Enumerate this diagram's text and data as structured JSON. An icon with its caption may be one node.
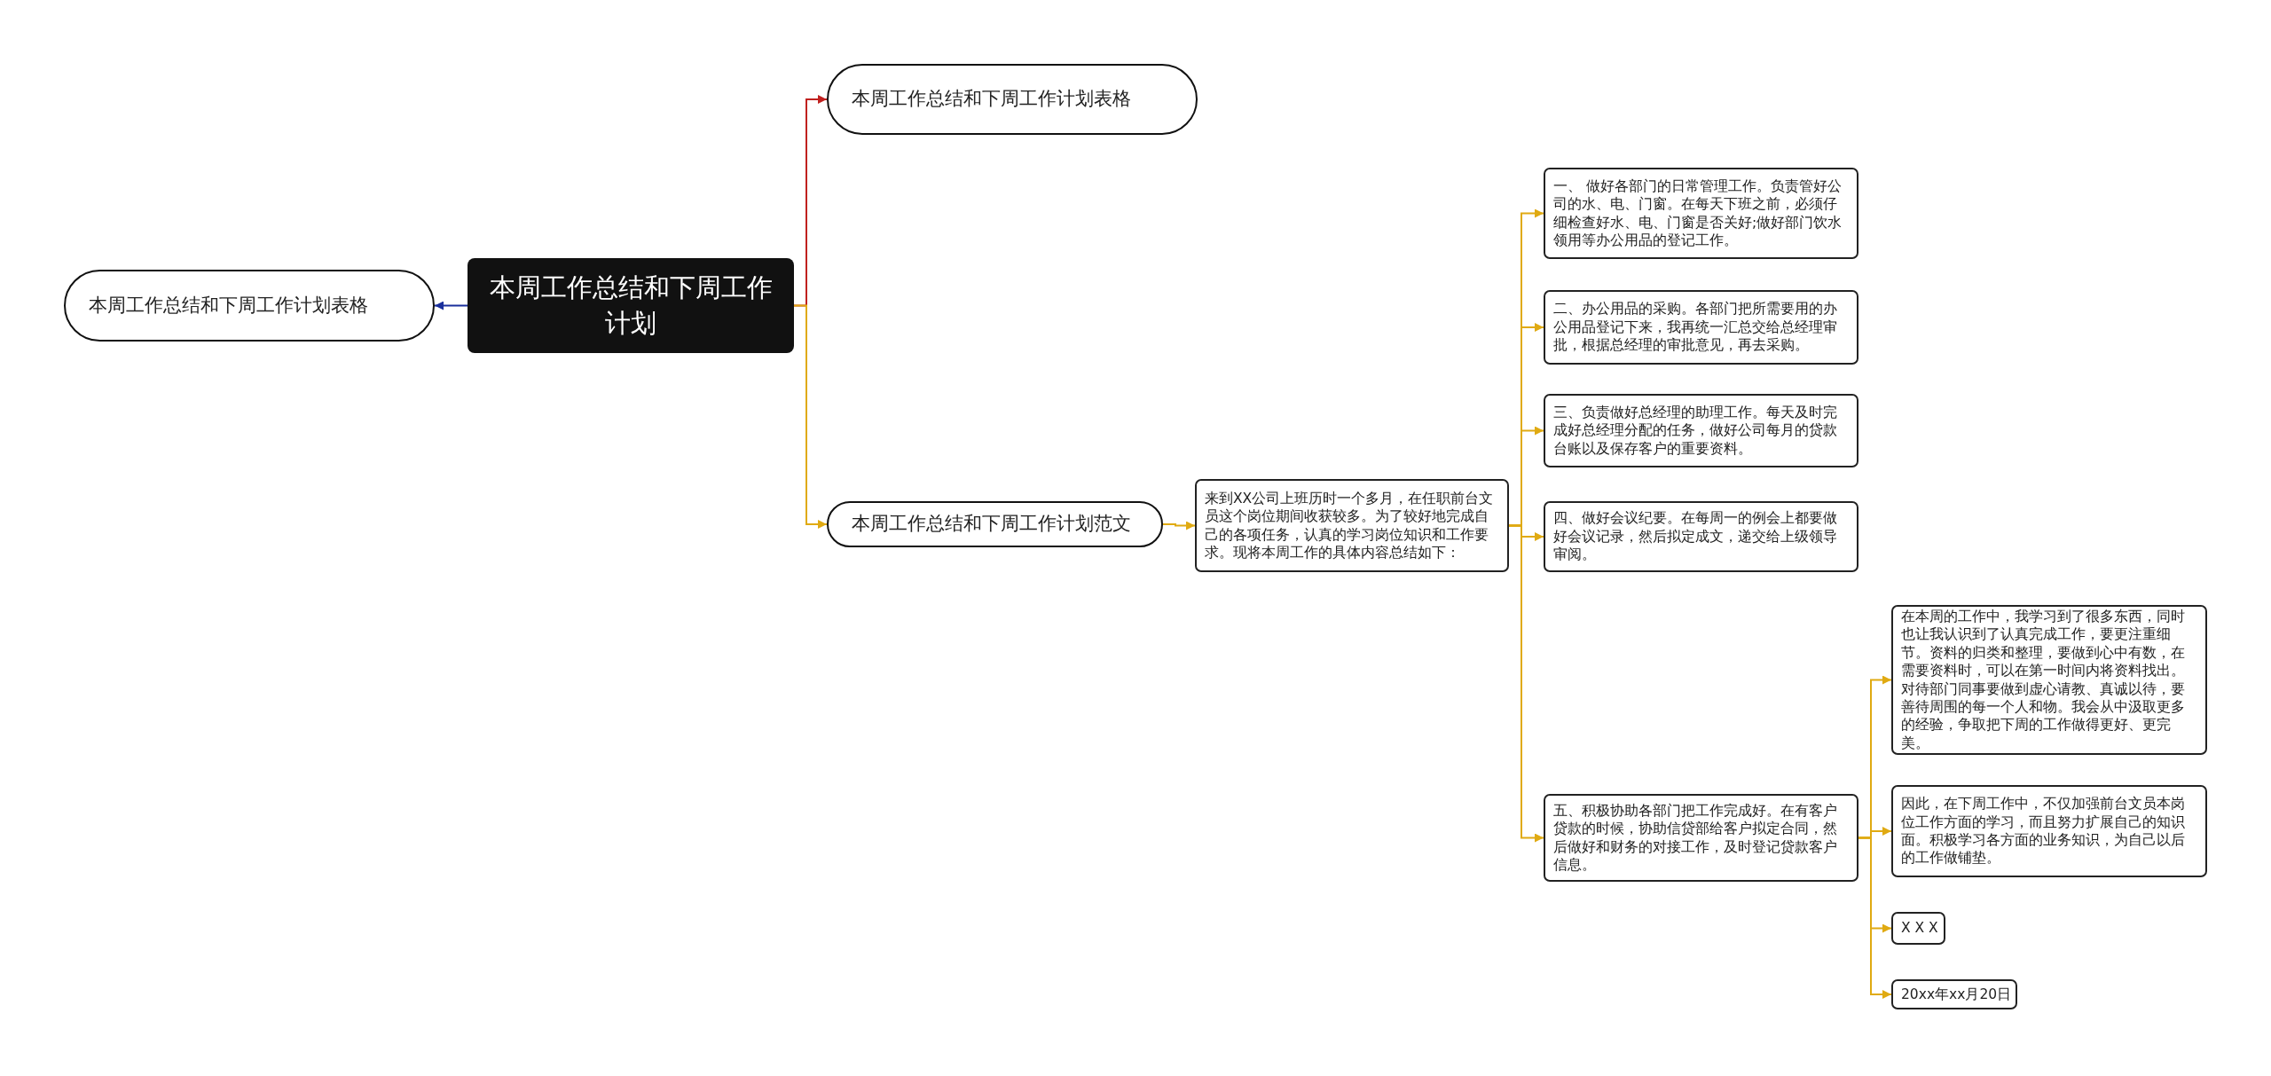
{
  "diagram": {
    "nodes": [
      {
        "text": [
          "本周工作总结和下周工作计划"
        ]
      },
      {
        "text": [
          "本周工作总结和下周工作计划表格"
        ]
      },
      {
        "text": [
          "本周工作总结和下周工作计划表格"
        ]
      },
      {
        "text": [
          "本周工作总结和下周工作计划范文"
        ]
      },
      {
        "text": [
          "来到XX公司上班历时一个多月，在任职前台文员这个岗位期间收获较多。为了较好地完成自己的各项任务，认真的学习岗位知识和工作要求。现将本周工作的具体内容总结如下："
        ]
      },
      {
        "text": [
          "一、 做好各部门的日常管理工作。负责管好公司的水、电、门窗。在每天下班之前，必须仔细检查好水、电、门窗是否关好;做好部门饮水领用等办公用品的登记工作。"
        ]
      },
      {
        "text": [
          "二、办公用品的采购。各部门把所需要用的办公用品登记下来，我再统一汇总交给总经理审批，根据总经理的审批意见，再去采购。"
        ]
      },
      {
        "text": [
          "三、负责做好总经理的助理工作。每天及时完成好总经理分配的任务，做好公司每月的贷款台账以及保存客户的重要资料。"
        ]
      },
      {
        "text": [
          "四、做好会议纪要。在每周一的例会上都要做好会议记录，然后拟定成文，递交给上级领导审阅。"
        ]
      },
      {
        "text": [
          "五、积极协助各部门把工作完成好。在有客户贷款的时候，协助信贷部给客户拟定合同，然后做好和财务的对接工作，及时登记贷款客户信息。"
        ]
      },
      {
        "text": [
          "在本周的工作中，我学习到了很多东西，同时也让我认识到了认真完成工作，要更注重细节。资料的归类和整理，要做到心中有数，在需要资料时，可以在第一时间内将资料找出。对待部门同事要做到虚心请教、真诚以待，要善待周围的每一个人和物。我会从中汲取更多的经验，争取把下周的工作做得更好、更完美。"
        ]
      },
      {
        "text": [
          "因此，在下周工作中，不仅加强前台文员本岗位工作方面的学习，而且努力扩展自己的知识面。积极学习各方面的业务知识，为自己以后的工作做铺垫。"
        ]
      },
      {
        "text": [
          "X X X"
        ]
      },
      {
        "text": [
          "20xx年xx月20日"
        ]
      }
    ],
    "edges": [
      {
        "from": 0,
        "to": 1,
        "arrow": "to",
        "color": "#1a2f9c"
      },
      {
        "from": 0,
        "to": 2,
        "arrow": "to",
        "color": "#c0211f"
      },
      {
        "from": 0,
        "to": 3,
        "arrow": "to"
      },
      {
        "from": 3,
        "to": 4,
        "arrow": "to"
      },
      {
        "from": 4,
        "to": 5,
        "arrow": "to"
      },
      {
        "from": 4,
        "to": 6,
        "arrow": "to"
      },
      {
        "from": 4,
        "to": 7,
        "arrow": "to"
      },
      {
        "from": 4,
        "to": 8,
        "arrow": "to"
      },
      {
        "from": 4,
        "to": 9,
        "arrow": "to"
      },
      {
        "from": 9,
        "to": 10,
        "arrow": "to"
      },
      {
        "from": 9,
        "to": 11,
        "arrow": "to"
      },
      {
        "from": 9,
        "to": 12,
        "arrow": "to"
      },
      {
        "from": 9,
        "to": 13,
        "arrow": "to"
      }
    ]
  }
}
